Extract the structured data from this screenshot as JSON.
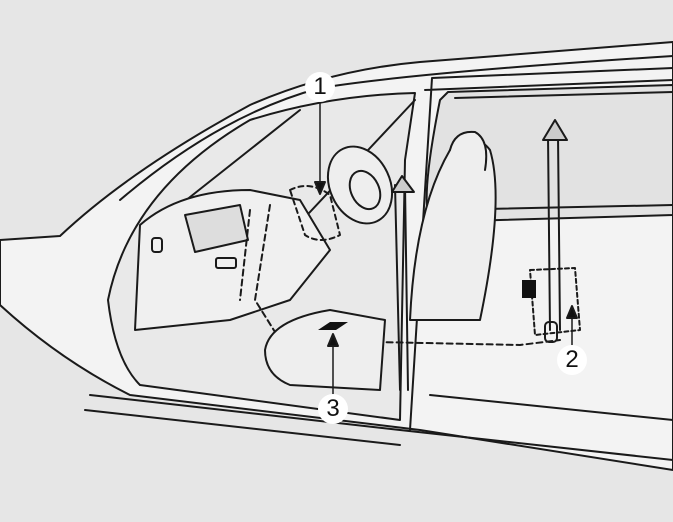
{
  "callouts": [
    {
      "label": "1"
    },
    {
      "label": "2"
    },
    {
      "label": "3"
    }
  ],
  "colors": {
    "background": "#e6e6e6",
    "line": "#1a1a1a",
    "body": "#f2f2f2"
  }
}
